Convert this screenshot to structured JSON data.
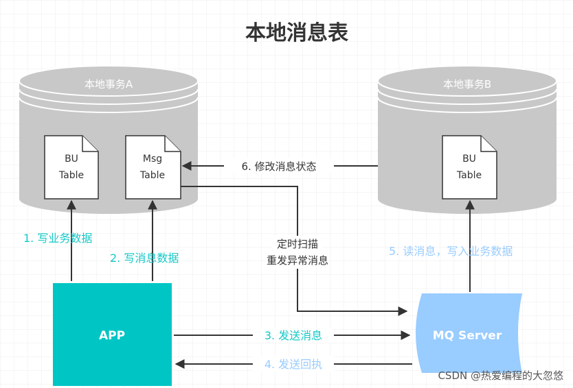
{
  "title": "本地消息表",
  "db_a": {
    "label": "本地事务A",
    "docs": [
      {
        "line1": "BU",
        "line2": "Table"
      },
      {
        "line1": "Msg",
        "line2": "Table"
      }
    ]
  },
  "db_b": {
    "label": "本地事务B",
    "docs": [
      {
        "line1": "BU",
        "line2": "Table"
      }
    ]
  },
  "app": {
    "label": "APP"
  },
  "mq": {
    "label": "MQ Server"
  },
  "steps": {
    "s1": "1. 写业务数据",
    "s2": "2. 写消息数据",
    "s3": "3. 发送消息",
    "s4": "4. 发送回执",
    "s5": "5. 读消息，写入业务数据",
    "s6": "6. 修改消息状态",
    "scan_line1": "定时扫描",
    "scan_line2": "重发异常消息"
  },
  "watermark": "CSDN @热爱编程的大忽悠",
  "colors": {
    "cylinder": "#c8c8c8",
    "cylinder_text": "#ffffff",
    "app": "#00c5c5",
    "mq": "#99ccff",
    "teal_text": "#14c8c8",
    "blue_text": "#99ccff",
    "dark_text": "#333333",
    "arrow": "#333333"
  }
}
